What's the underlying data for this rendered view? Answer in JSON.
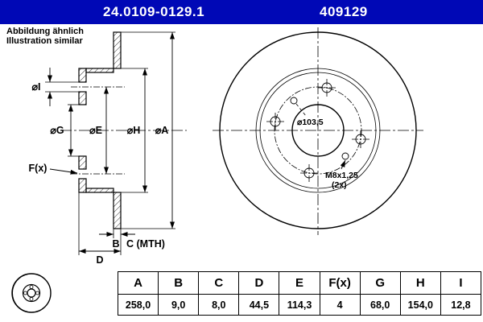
{
  "header": {
    "part_number": "24.0109-0129.1",
    "ref_number": "409129",
    "bg_color": "#0008B6",
    "text_color": "#ffffff"
  },
  "note": {
    "line1": "Abbildung ähnlich",
    "line2": "Illustration similar"
  },
  "drawing": {
    "labels": {
      "dia_i": "⌀I",
      "dia_g": "⌀G",
      "dia_e": "⌀E",
      "dia_h": "⌀H",
      "dia_a": "⌀A",
      "f_x": "F(x)",
      "b": "B",
      "c_mth": "C (MTH)",
      "d": "D",
      "pcd": "⌀103,5",
      "thread": "M8x1,25",
      "thread_qty": "(2x)"
    }
  },
  "table": {
    "headers": [
      "A",
      "B",
      "C",
      "D",
      "E",
      "F(x)",
      "G",
      "H",
      "I"
    ],
    "values": [
      "258,0",
      "9,0",
      "8,0",
      "44,5",
      "114,3",
      "4",
      "68,0",
      "154,0",
      "12,8"
    ]
  }
}
